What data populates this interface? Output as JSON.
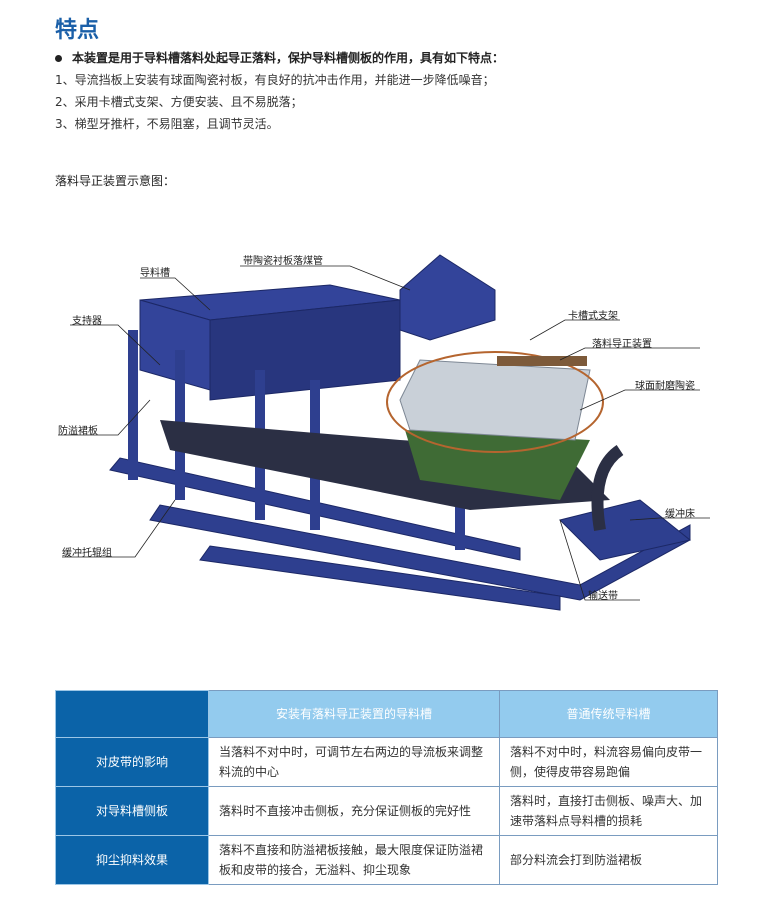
{
  "heading": "特点",
  "intro": "本装置是用于导料槽落料处起导正落料，保护导料槽侧板的作用，具有如下特点：",
  "features": [
    "1、导流挡板上安装有球面陶瓷衬板，有良好的抗冲击作用，并能进一步降低噪音；",
    "2、采用卡槽式支架、方便安装、且不易脱落；",
    "3、梯型牙推杆，不易阻塞，且调节灵活。"
  ],
  "diagram": {
    "caption": "落料导正装置示意图：",
    "labels": {
      "chute": "导料槽",
      "pipe": "带陶瓷衬板落煤管",
      "support": "支持器",
      "bracket": "卡槽式支架",
      "device": "落料导正装置",
      "ceramic": "球面耐磨陶瓷",
      "skirt": "防溢裙板",
      "bed": "缓冲床",
      "idler": "缓冲托辊组",
      "belt": "输送带"
    }
  },
  "table": {
    "headers": [
      "",
      "安装有落料导正装置的导料槽",
      "普通传统导料槽"
    ],
    "rows": [
      {
        "label": "对皮带的影响",
        "with": "当落料不对中时，可调节左右两边的导流板来调整料流的中心",
        "without": "落料不对中时，料流容易偏向皮带一侧，使得皮带容易跑偏"
      },
      {
        "label": "对导料槽侧板",
        "with": "落料时不直接冲击侧板，充分保证侧板的完好性",
        "without": "落料时，直接打击侧板、噪声大、加速带落料点导料槽的损耗"
      },
      {
        "label": "抑尘抑料效果",
        "with": "落料不直接和防溢裙板接触，最大限度保证防溢裙板和皮带的接合，无溢料、抑尘现象",
        "without": "部分料流会打到防溢裙板"
      }
    ]
  },
  "colors": {
    "accent": "#1a5fa8",
    "header_dark": "#0b63a8",
    "header_light": "#93cbee",
    "structure": "#2e3f8f",
    "belt": "#3f6b35",
    "ring": "#b5652f"
  }
}
